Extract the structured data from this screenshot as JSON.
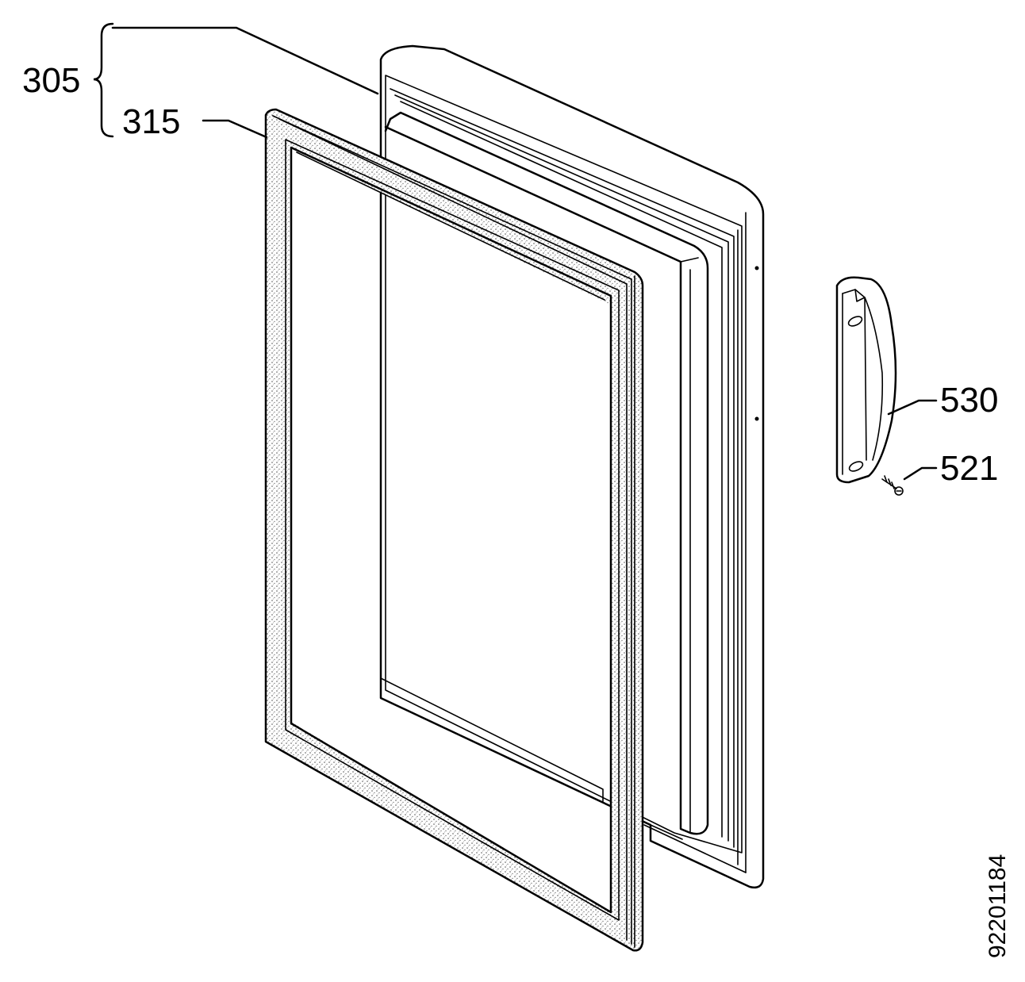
{
  "labels": {
    "door_assembly": "305",
    "gasket": "315",
    "handle": "530",
    "screw": "521"
  },
  "document_number": "92201184"
}
